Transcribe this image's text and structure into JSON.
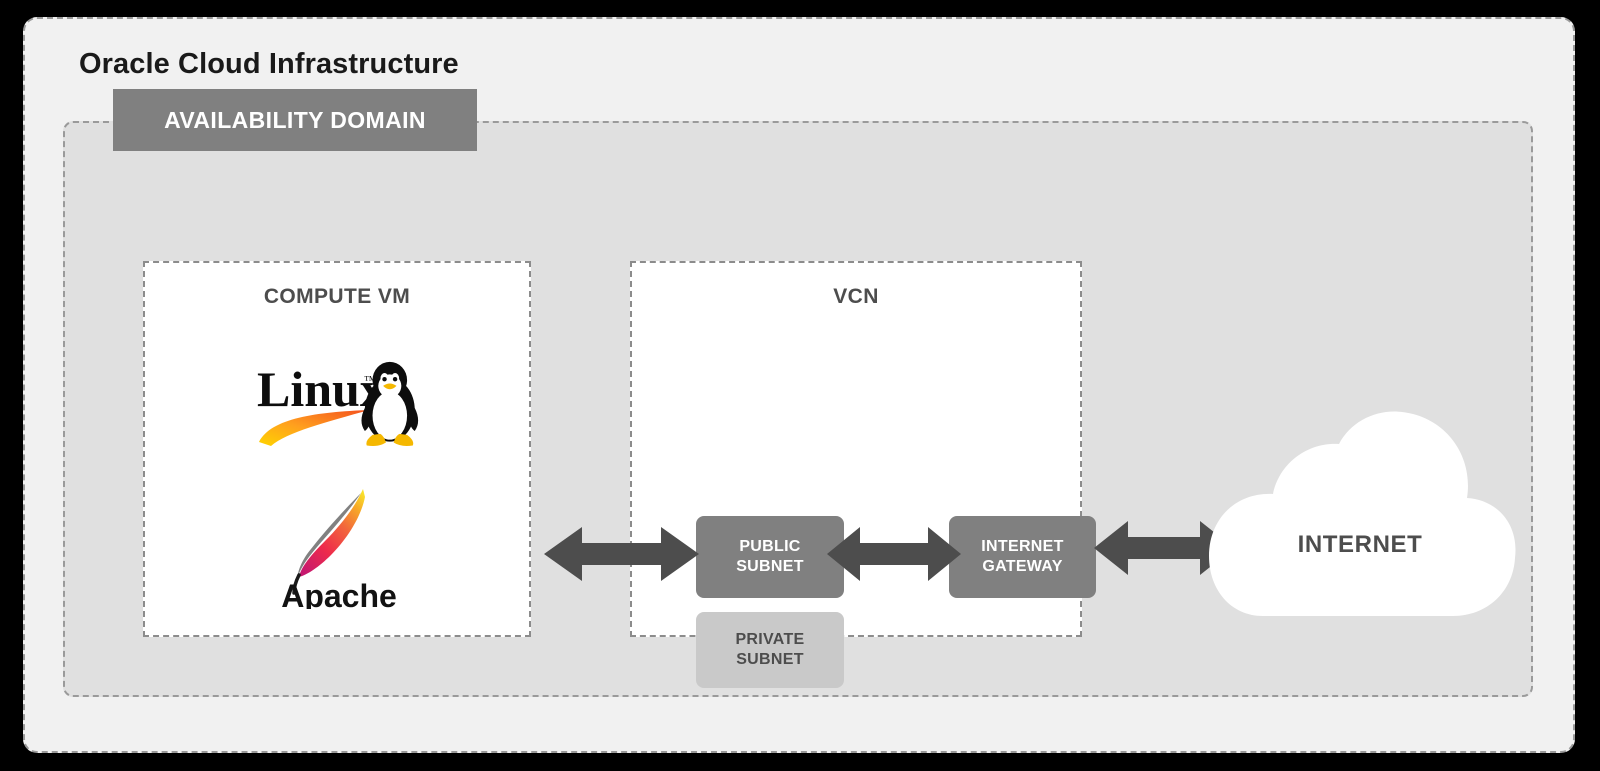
{
  "page": {
    "title": "Oracle Cloud Infrastructure",
    "background_color": "#000000",
    "panel_color": "#f1f1f1",
    "dashed_border_color": "#9a9a9a"
  },
  "availability_domain": {
    "label": "AVAILABILITY DOMAIN",
    "label_bg": "#808080",
    "label_color": "#ffffff",
    "zone_bg": "#e0e0e0"
  },
  "compute": {
    "title": "COMPUTE VM",
    "logos": [
      {
        "name": "linux-logo",
        "label": "Linux"
      },
      {
        "name": "apache-logo",
        "label": "Apache"
      }
    ]
  },
  "vcn": {
    "title": "VCN",
    "chips": [
      {
        "name": "public-subnet",
        "line1": "PUBLIC",
        "line2": "SUBNET",
        "bg": "#808080",
        "color": "#ffffff"
      },
      {
        "name": "private-subnet",
        "line1": "PRIVATE",
        "line2": "SUBNET",
        "bg": "#c9c9c9",
        "color": "#4d4d4d"
      },
      {
        "name": "internet-gateway",
        "line1": "INTERNET",
        "line2": "GATEWAY",
        "bg": "#808080",
        "color": "#ffffff"
      }
    ]
  },
  "internet": {
    "label": "INTERNET",
    "cloud_color": "#ffffff",
    "label_color": "#4d4d4d"
  },
  "arrows": {
    "color": "#4d4d4d",
    "connections": [
      {
        "name": "arrow-vm-to-public-subnet",
        "from": "COMPUTE VM",
        "to": "PUBLIC SUBNET",
        "direction": "bidirectional"
      },
      {
        "name": "arrow-public-subnet-to-internet-gateway",
        "from": "PUBLIC SUBNET",
        "to": "INTERNET GATEWAY",
        "direction": "bidirectional"
      },
      {
        "name": "arrow-internet-gateway-to-internet",
        "from": "INTERNET GATEWAY",
        "to": "INTERNET",
        "direction": "bidirectional"
      }
    ]
  }
}
